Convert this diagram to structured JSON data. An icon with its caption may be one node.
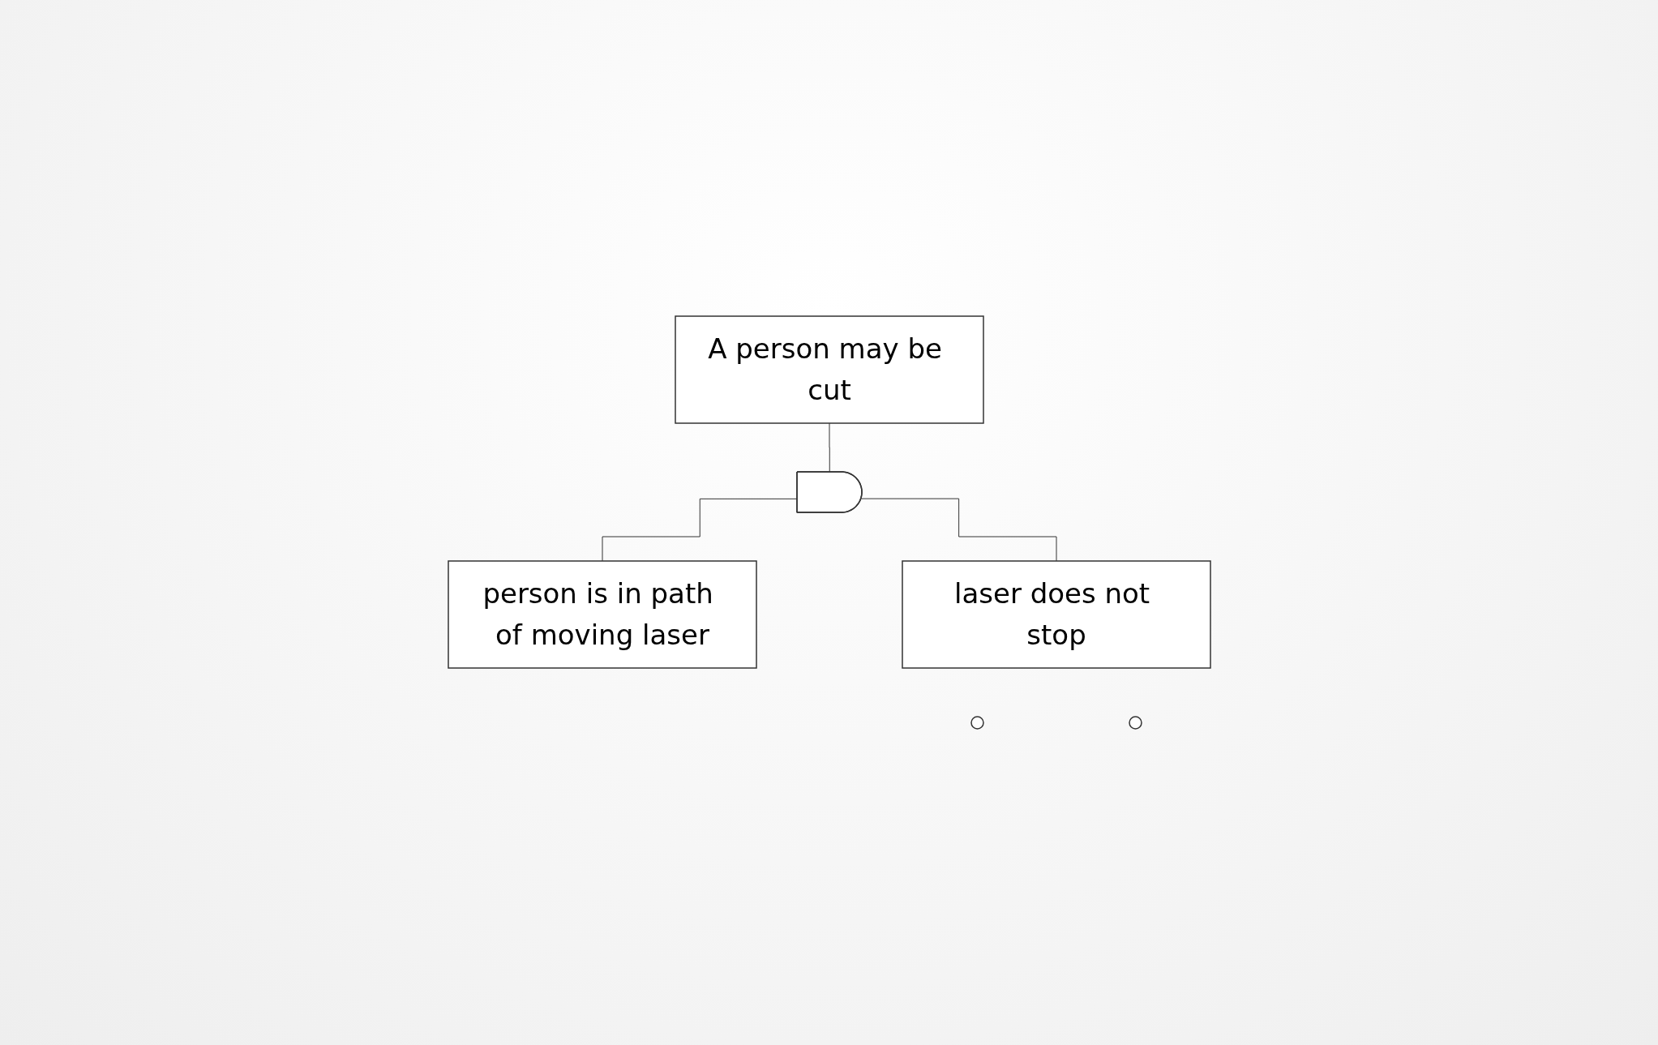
{
  "diagram": {
    "nodes": [
      {
        "text": [
          "A person may be cut"
        ]
      },
      {
        "text": [],
        "shape": "gate"
      },
      {
        "text": [
          "person is in path of moving laser"
        ]
      },
      {
        "text": [
          "laser does not stop"
        ]
      },
      {
        "text": [],
        "shape": "circle"
      },
      {
        "text": [],
        "shape": "circle"
      }
    ],
    "edges": [
      {
        "from": 0,
        "to": 1,
        "arrow": "none"
      },
      {
        "from": 1,
        "to": 2,
        "arrow": "none"
      },
      {
        "from": 1,
        "to": 3,
        "arrow": "none"
      }
    ]
  }
}
